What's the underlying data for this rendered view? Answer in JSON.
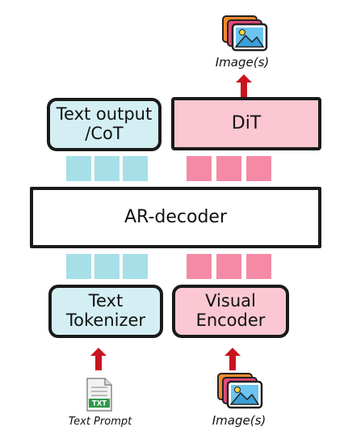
{
  "diagram": {
    "outputs": {
      "image_label": "Image(s)",
      "image_icon": "image-stack-icon",
      "arrow_color": "#c8141e"
    },
    "top_boxes": {
      "text_output_line1": "Text output",
      "text_output_line2": "/CoT",
      "dit": "DiT"
    },
    "decoder": {
      "label": "AR-decoder"
    },
    "bottom_boxes": {
      "tokenizer_line1": "Text",
      "tokenizer_line2": "Tokenizer",
      "encoder_line1": "Visual",
      "encoder_line2": "Encoder"
    },
    "inputs": {
      "text_prompt_label": "Text Prompt",
      "text_file_badge": "TXT",
      "text_file_icon": "txt-file-icon",
      "image_label": "Image(s)",
      "image_icon": "image-stack-icon"
    },
    "colors": {
      "text_path_box": "#d4eff3",
      "text_tokens": "#a6dfe7",
      "image_path_box": "#fbc7d3",
      "image_tokens": "#f58aa6"
    }
  }
}
